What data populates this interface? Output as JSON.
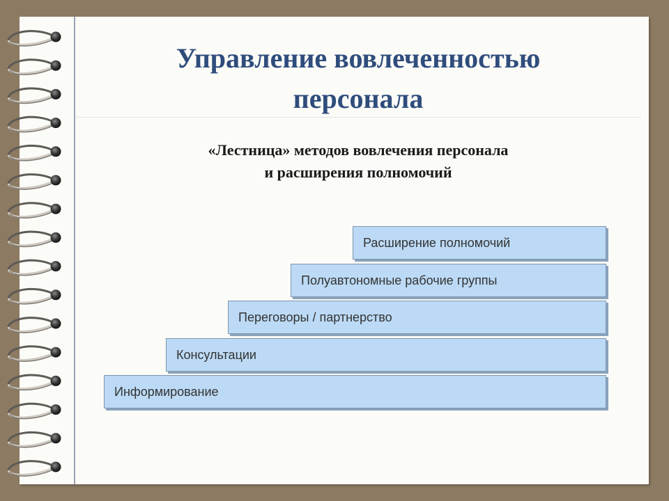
{
  "slide": {
    "title_line1": "Управление вовлеченностью",
    "title_line2": "персонала",
    "subtitle_line1": "«Лестница» методов вовлечения персонала",
    "subtitle_line2": "и расширения полномочий"
  },
  "ladder": {
    "steps": [
      {
        "label": "Расширение полномочий"
      },
      {
        "label": "Полуавтономные рабочие группы"
      },
      {
        "label": "Переговоры / партнерство"
      },
      {
        "label": "Консультации"
      },
      {
        "label": "Информирование"
      }
    ]
  },
  "colors": {
    "title": "#2f4d7c",
    "step_fill": "#bcdaf5",
    "step_border": "#7d95ae",
    "background": "#8c7a62"
  }
}
